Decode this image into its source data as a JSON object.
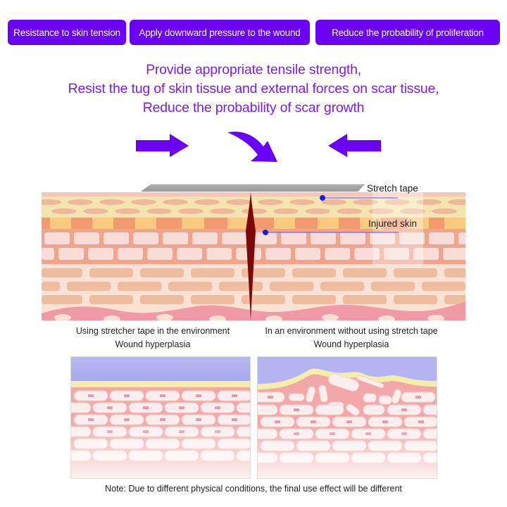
{
  "badges": [
    {
      "label": "Resistance to skin tension"
    },
    {
      "label": "Apply downward pressure to the wound"
    },
    {
      "label": "Reduce the probability of proliferation"
    }
  ],
  "headline": {
    "lines": [
      "Provide appropriate tensile strength,",
      "Resist the tug of skin tissue and external forces on scar tissue,",
      "Reduce the probability of scar growth"
    ]
  },
  "icons": {
    "left_arrow": "arrow-right-icon",
    "center_arrow": "curved-arrow-down-icon",
    "right_arrow": "arrow-left-icon"
  },
  "diagram": {
    "labels": {
      "stretch_tape": "Stretch tape",
      "injured_skin": "Injured skin"
    }
  },
  "comparison": {
    "left": {
      "line1": "Using stretcher tape in the environment",
      "line2": "Wound hyperplasia"
    },
    "right": {
      "line1": "In an environment without using stretch tape",
      "line2": "Wound hyperplasia"
    }
  },
  "note": "Note: Due to different physical conditions, the final use effect will be different",
  "colors": {
    "accent": "#6a00f4",
    "headline": "#7a1ee6",
    "wound": "#7a0a0a",
    "pointer": "#1a1aff"
  }
}
